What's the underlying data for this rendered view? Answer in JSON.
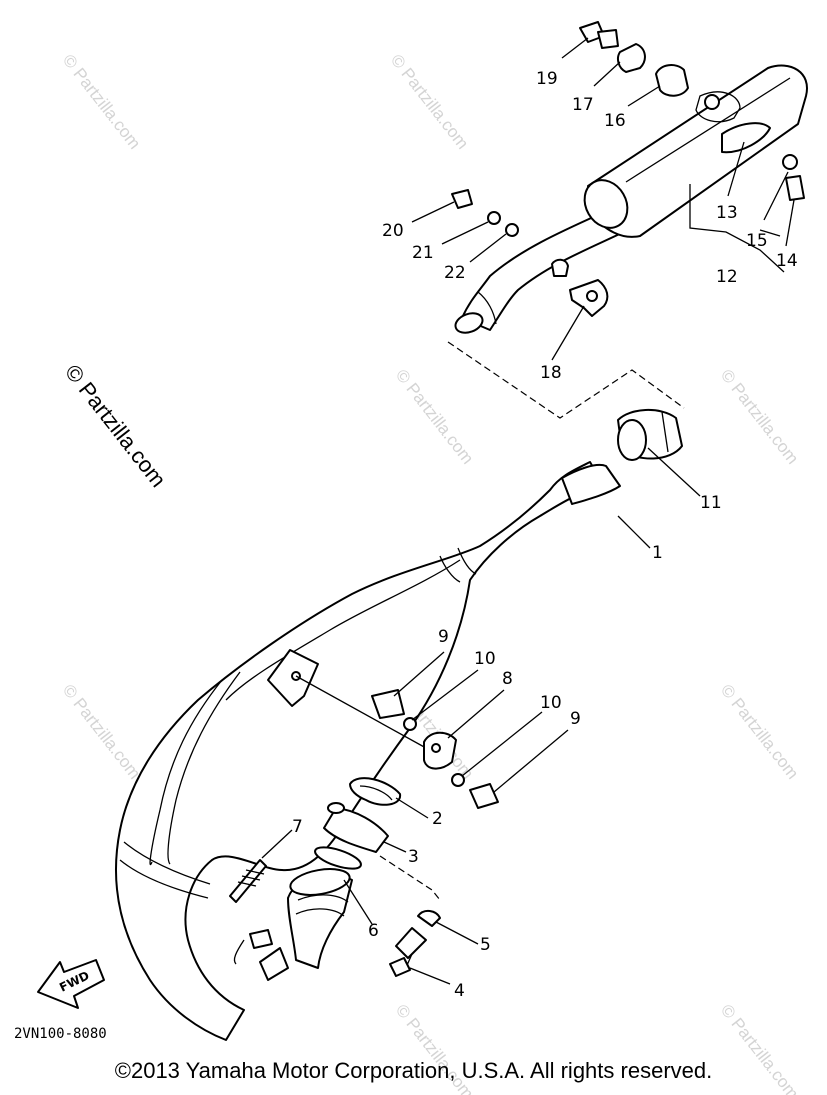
{
  "watermark": "© Partzilla.com",
  "drawing_code": "2VN100-8080",
  "fwd_label": "FWD",
  "copyright": "©2013 Yamaha Motor Corporation, U.S.A. All rights reserved.",
  "callouts": {
    "n1": "1",
    "n2": "2",
    "n3": "3",
    "n4": "4",
    "n5": "5",
    "n6": "6",
    "n7": "7",
    "n8": "8",
    "n9a": "9",
    "n9b": "9",
    "n10a": "10",
    "n10b": "10",
    "n11": "11",
    "n12": "12",
    "n13": "13",
    "n14": "14",
    "n15": "15",
    "n16": "16",
    "n17": "17",
    "n18": "18",
    "n19": "19",
    "n20": "20",
    "n21": "21",
    "n22": "22"
  }
}
